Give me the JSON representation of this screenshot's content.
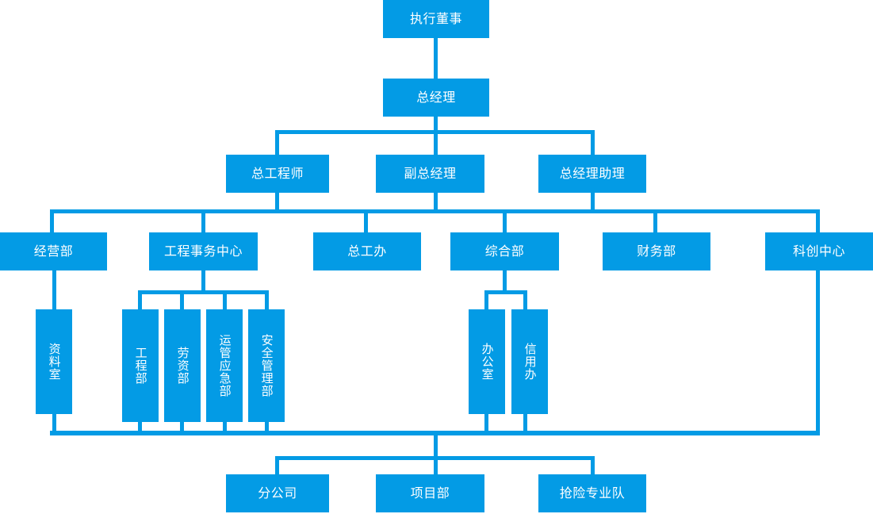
{
  "meta": {
    "title": "组织架构图",
    "accent_color": "#039BE5",
    "background_color": "#FFFFFF",
    "text_color": "#FFFFFF"
  },
  "nodes": {
    "executive_director": {
      "label": "执行董事"
    },
    "general_manager": {
      "label": "总经理"
    },
    "chief_engineer": {
      "label": "总工程师"
    },
    "deputy_general_manager": {
      "label": "副总经理"
    },
    "gm_assistant": {
      "label": "总经理助理"
    },
    "business_dept": {
      "label": "经营部"
    },
    "engineering_affairs_center": {
      "label": "工程事务中心"
    },
    "chief_engineer_office": {
      "label": "总工办"
    },
    "comprehensive_dept": {
      "label": "综合部"
    },
    "finance_dept": {
      "label": "财务部"
    },
    "innovation_center": {
      "label": "科创中心"
    },
    "archives_room": {
      "label": "资料室"
    },
    "engineering_dept": {
      "label": "工程部"
    },
    "labor_dept": {
      "label": "劳资部"
    },
    "operations_emergency_dept": {
      "label": "运管应急部"
    },
    "safety_management_dept": {
      "label": "安全管理部"
    },
    "office": {
      "label": "办公室"
    },
    "credit_office": {
      "label": "信用办"
    },
    "branch_company": {
      "label": "分公司"
    },
    "project_dept": {
      "label": "项目部"
    },
    "emergency_rescue_team": {
      "label": "抢险专业队"
    }
  }
}
